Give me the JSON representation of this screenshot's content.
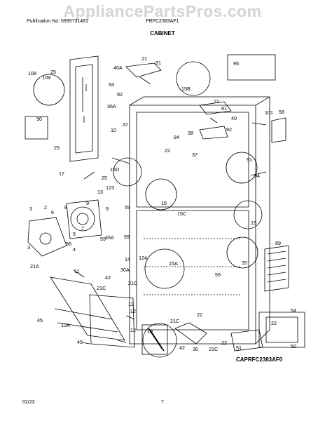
{
  "watermark": "AppliancePartsPros.com",
  "header": {
    "publication": "Publication No: 5995731481",
    "model": "PRFC2383AF1"
  },
  "section_title": "CABINET",
  "diagram_code": "CAPRFC2383AF0",
  "footer": {
    "date": "02/23",
    "page": "7"
  },
  "callouts": [
    "108",
    "25",
    "109",
    "10",
    "90",
    "25",
    "17",
    "25",
    "21",
    "40A",
    "81",
    "93",
    "92",
    "36A",
    "37",
    "15B",
    "95",
    "21",
    "81",
    "40",
    "38",
    "92",
    "84",
    "22",
    "37",
    "101",
    "58",
    "15D",
    "91",
    "94",
    "15",
    "123",
    "13",
    "9",
    "8",
    "9",
    "59",
    "7",
    "3",
    "2",
    "6",
    "96",
    "5",
    "4",
    "35A",
    "59",
    "59",
    "15C",
    "15",
    "89",
    "3",
    "21A",
    "11",
    "14",
    "124",
    "15A",
    "59",
    "35",
    "42",
    "30A",
    "21C",
    "21C",
    "11",
    "45",
    "12",
    "10A",
    "19",
    "21C",
    "22",
    "42",
    "30",
    "21C",
    "22",
    "54",
    "51",
    "50",
    "45"
  ]
}
